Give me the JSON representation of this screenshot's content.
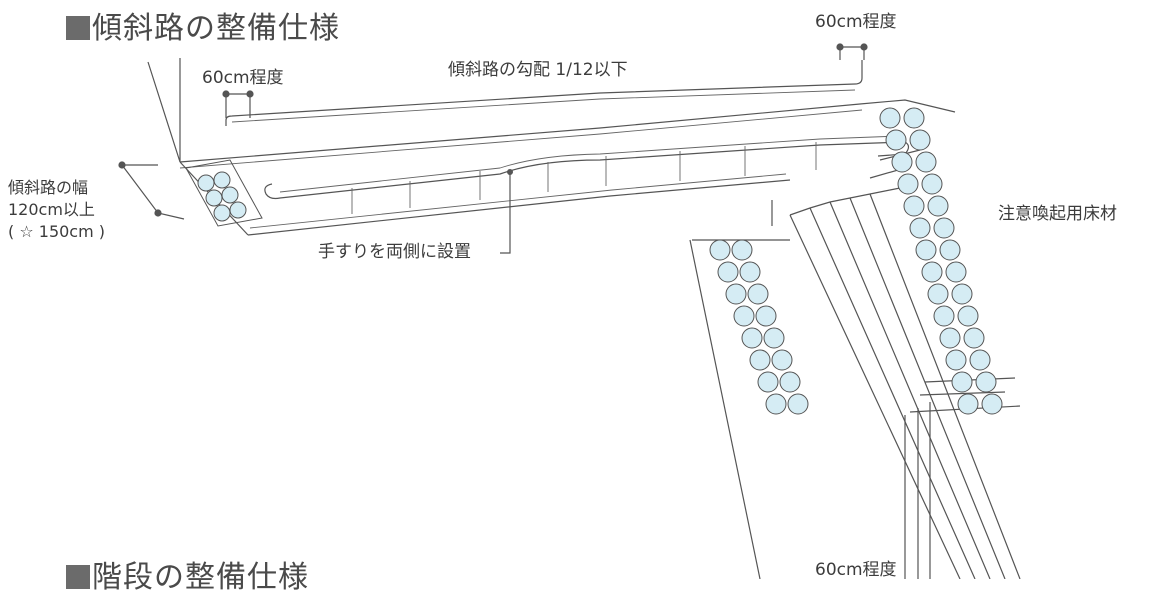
{
  "slope_title": "傾斜路の整備仕様",
  "stairs_title": "階段の整備仕様",
  "labels": {
    "top_right_60cm": "60cm程度",
    "top_left_60cm": "60cm程度",
    "gradient": "傾斜路の勾配 1/12以下",
    "width_line1": "傾斜路の幅",
    "width_line2": "120cm以上",
    "width_line3": "( ☆ 150cm )",
    "handrail": "手すりを両側に設置",
    "tactile": "注意喚起用床材",
    "bottom_60cm": "60cm程度"
  },
  "colors": {
    "tactile_fill": "#d5ecf4",
    "line": "#555555"
  }
}
